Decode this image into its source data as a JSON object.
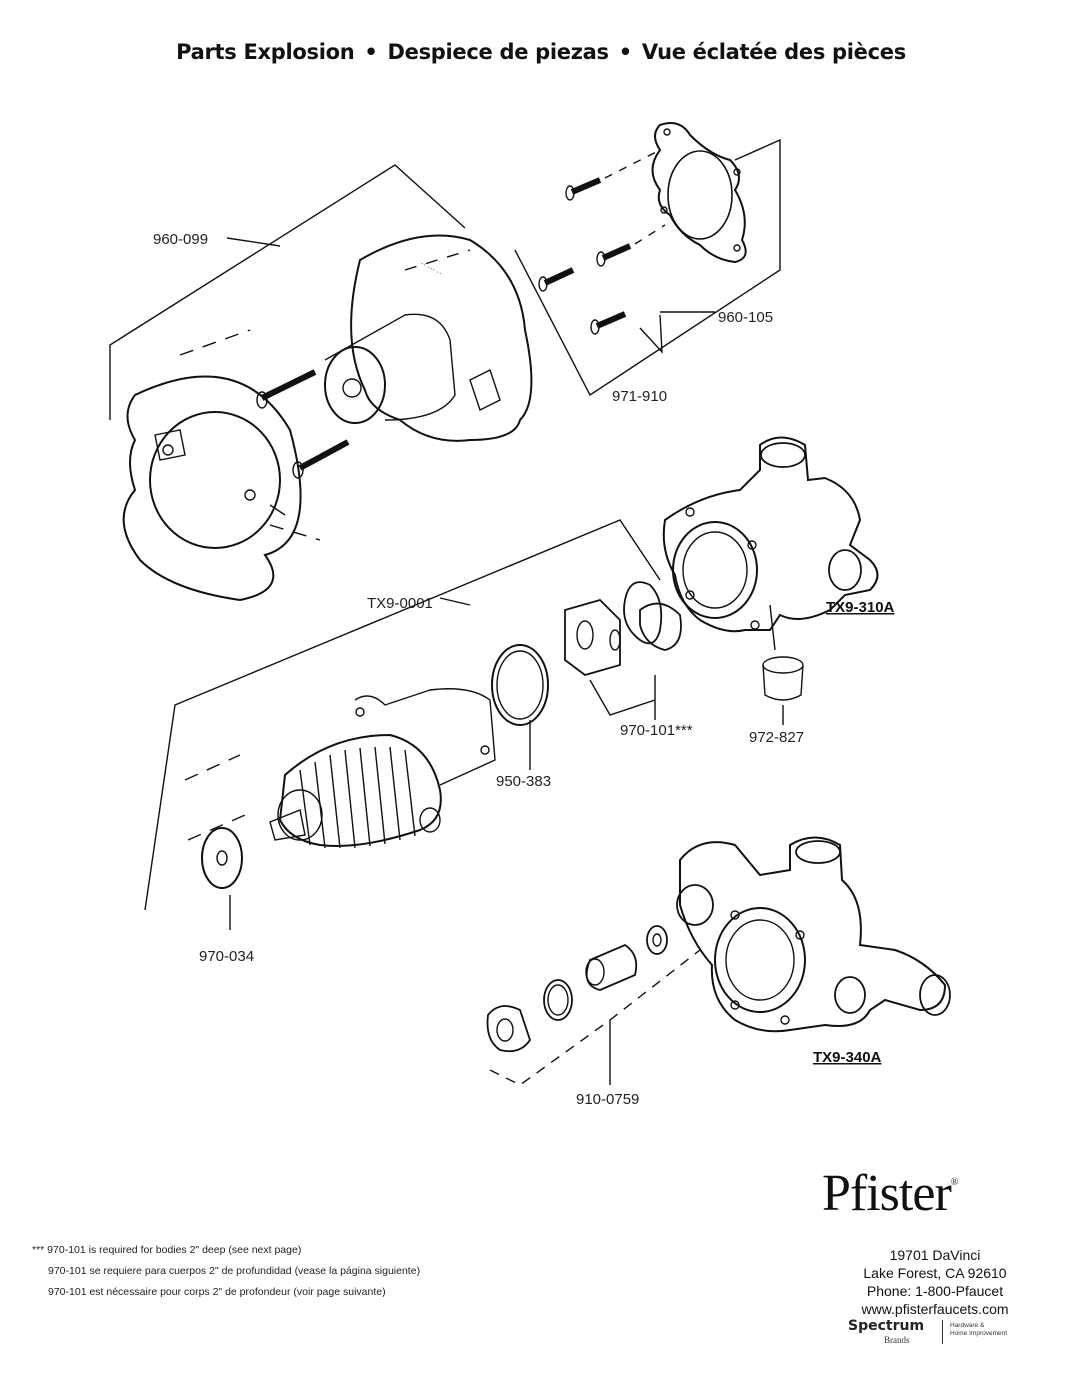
{
  "title": {
    "en": "Parts Explosion",
    "es": "Despiece de piezas",
    "fr": "Vue éclatée des pièces",
    "separator": "•"
  },
  "parts": {
    "p960_099": "960-099",
    "p960_105": "960-105",
    "p971_910": "971-910",
    "tx9_0001": "TX9-0001",
    "tx9_310a": "TX9-310A",
    "p970_101": "970-101***",
    "p972_827": "972-827",
    "p950_383": "950-383",
    "p970_034": "970-034",
    "tx9_340a": "TX9-340A",
    "p910_0759": "910-0759"
  },
  "notes": {
    "en": "*** 970-101 is required for bodies 2\" deep (see next page)",
    "es": "970-101 se requiere para cuerpos 2\" de profundidad (vease la página siguiente)",
    "fr": "970-101 est nécessaire pour corps 2\" de profondeur (voir page suivante)"
  },
  "brand": {
    "logo_text": "Pfister",
    "registered": "®",
    "address_line1": "19701 DaVinci",
    "address_line2": "Lake Forest, CA 92610",
    "phone": "Phone: 1-800-Pfaucet",
    "website": "www.pfisterfaucets.com",
    "parent": "Spectrum",
    "parent_sub": "Brands",
    "division_line1": "Hardware &",
    "division_line2": "Home Improvement"
  }
}
